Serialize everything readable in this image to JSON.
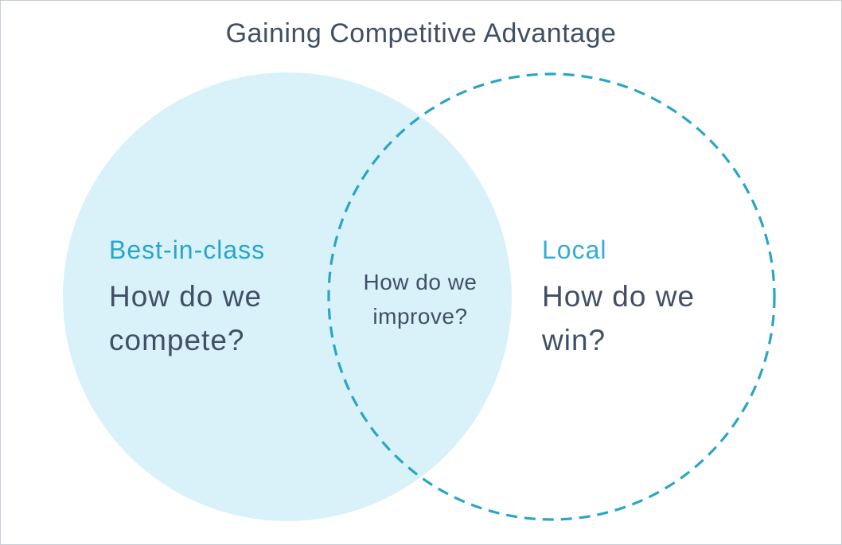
{
  "title": "Gaining Competitive Advantage",
  "diagram": {
    "type": "venn",
    "left_circle": {
      "label": "Best-in-class",
      "question": "How do we compete?",
      "fill_color": "#d9f1f9",
      "label_color": "#27a6c9"
    },
    "right_circle": {
      "label": "Local",
      "question": "How do we win?",
      "border_color": "#29a5c6",
      "border_style": "dashed",
      "label_color": "#33acda"
    },
    "intersection": {
      "question": "How do we improve?"
    },
    "text_color": "#404f66",
    "title_color": "#404f66"
  }
}
